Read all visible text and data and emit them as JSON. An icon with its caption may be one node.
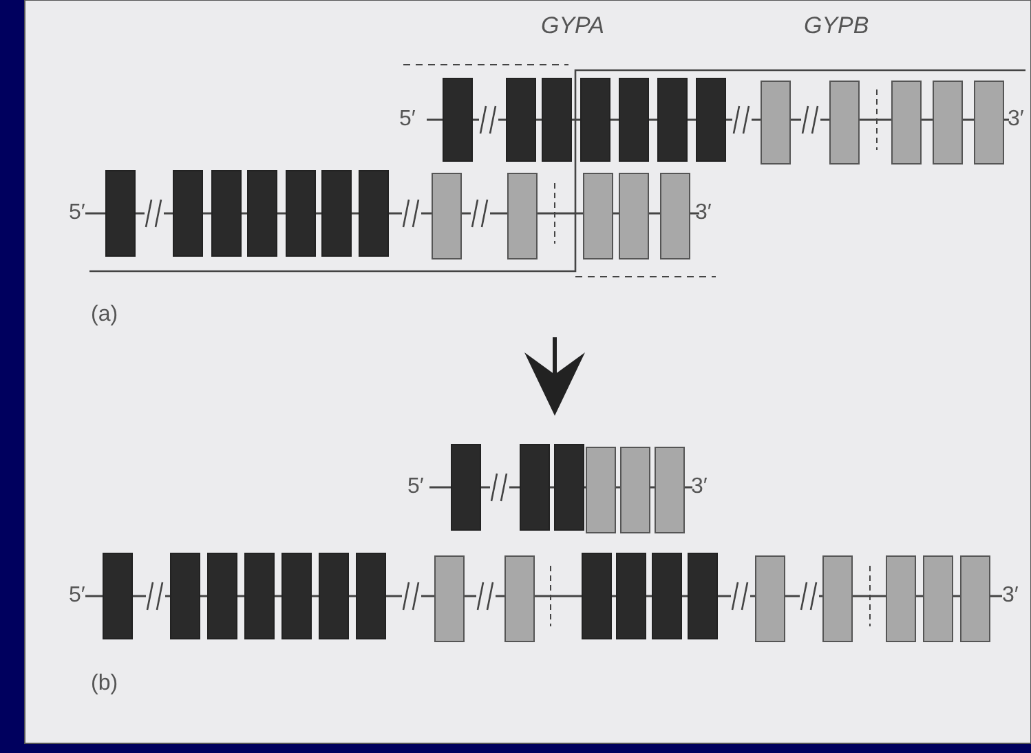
{
  "diagram": {
    "labels": [
      "GYPA",
      "GYPB",
      "5′",
      "3′",
      "5′",
      "3′",
      "(a)",
      "5′",
      "3′",
      "5′",
      "3′",
      "(b)"
    ]
  }
}
